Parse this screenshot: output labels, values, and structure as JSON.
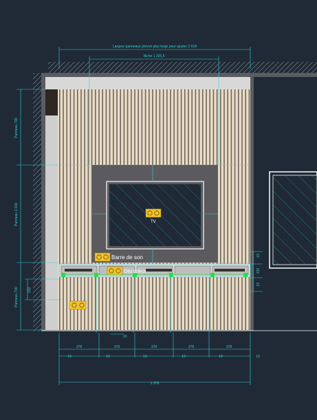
{
  "colors": {
    "background": "#1f2a36",
    "dimension": "#2fd0d6",
    "wall": "#5a5c60",
    "panel_base": "#e9dcc6",
    "slat_dark": "#6f655c",
    "socket": "#f2c230",
    "green_marker": "#22e04a"
  },
  "dimensions": {
    "top_total": "Largeur panneaux prévoir plus large pour ajuster 2 018",
    "niche": "Niche 1 335,5",
    "left_panel_top": "Panneau 790",
    "left_panel_mid": "Panneau 1 018",
    "left_panel_bottom": "Panneau 700",
    "left_small": "232",
    "bottom_spacing": [
      "378",
      "379",
      "378",
      "378",
      "378"
    ],
    "bottom_gaps": [
      "19",
      "19",
      "19",
      "19",
      "19",
      "19"
    ],
    "bottom_small": "10",
    "bottom_total": "1 978",
    "right_dims": [
      "19",
      "232",
      "19"
    ]
  },
  "labels": {
    "tv": "TV",
    "soundbar": "Barre de son",
    "decoder": "Décodeur"
  },
  "icons": [
    "socket-icon",
    "double-socket-icon",
    "power-outlet-icon"
  ]
}
